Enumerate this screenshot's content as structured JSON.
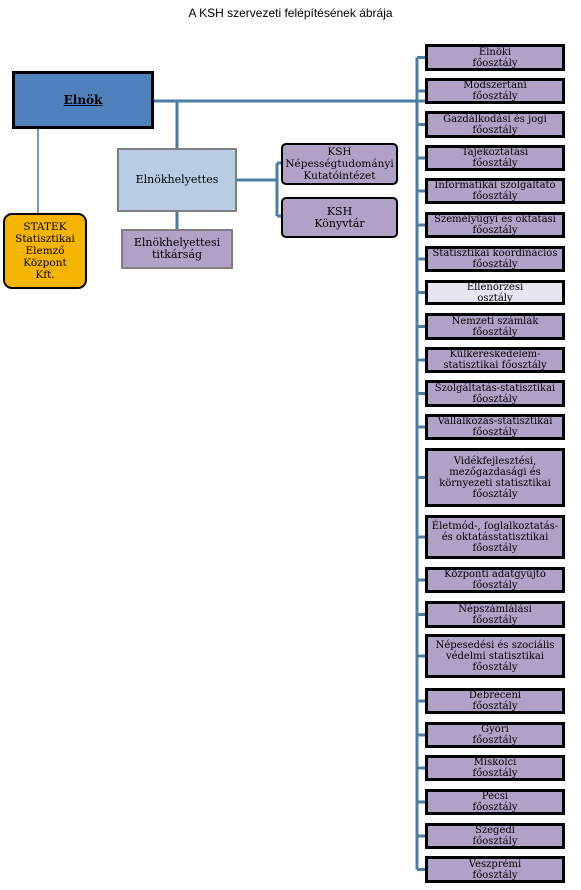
{
  "title": "A KSH szervezeti felépítésének ábrája",
  "president": "Elnök",
  "vice_president": "Elnökhelyettes",
  "vice_secretariat": [
    "Elnökhelyettesi",
    "titkárság"
  ],
  "institute": [
    "KSH",
    "Népességtudományi",
    "Kutatóintézet"
  ],
  "library": [
    "KSH",
    "Könyvtár"
  ],
  "statek": [
    "STATEK",
    "Statisztikai",
    "Elemző",
    "Központ",
    "Kft."
  ],
  "colors": {
    "president_fill": "#4f81bd",
    "vice_fill": "#b8cce4",
    "unit_fill": "#b2a1c7",
    "control_fill": "#e8e4f0",
    "statek_fill": "#f4b400",
    "connector": "#4a7ea5"
  },
  "departments": [
    {
      "lines": [
        "Elnöki",
        "főosztály"
      ]
    },
    {
      "lines": [
        "Módszertani",
        "főosztály"
      ]
    },
    {
      "lines": [
        "Gazdálkodási és jogi",
        "főosztály"
      ]
    },
    {
      "lines": [
        "Tájékoztatási",
        "főosztály"
      ]
    },
    {
      "lines": [
        "Informatikai szolgáltató",
        "főosztály"
      ]
    },
    {
      "lines": [
        "Személyügyi és oktatási",
        "főosztály"
      ]
    },
    {
      "lines": [
        "Statisztikai koordinációs",
        "főosztály"
      ]
    },
    {
      "lines": [
        "Ellenőrzési",
        "osztály"
      ]
    },
    {
      "lines": [
        "Nemzeti számlák",
        "főosztály"
      ]
    },
    {
      "lines": [
        "Külkereskedelem-",
        "statisztikai főosztály"
      ]
    },
    {
      "lines": [
        "Szolgáltatás-statisztikai",
        "főosztály"
      ]
    },
    {
      "lines": [
        "Vállalkozás-statisztikai",
        "főosztály"
      ]
    },
    {
      "lines": [
        "Vidékfejlesztési,",
        "mezőgazdasági és",
        "környezeti statisztikai",
        "főosztály"
      ]
    },
    {
      "lines": [
        "Életmód-, foglalkoztatás-",
        "és oktatásstatisztikai",
        "főosztály"
      ]
    },
    {
      "lines": [
        "Központi adatgyűjtő",
        "főosztály"
      ]
    },
    {
      "lines": [
        "Népszámlálási",
        "főosztály"
      ]
    },
    {
      "lines": [
        "Népesedési és szociális",
        "védelmi statisztikai",
        "főosztály"
      ]
    },
    {
      "lines": [
        "Debreceni",
        "főosztály"
      ]
    },
    {
      "lines": [
        "Győri",
        "főosztály"
      ]
    },
    {
      "lines": [
        "Miskolci",
        "főosztály"
      ]
    },
    {
      "lines": [
        "Pécsi",
        "főosztály"
      ]
    },
    {
      "lines": [
        "Szegedi",
        "főosztály"
      ]
    },
    {
      "lines": [
        "Veszprémi",
        "főosztály"
      ]
    }
  ]
}
